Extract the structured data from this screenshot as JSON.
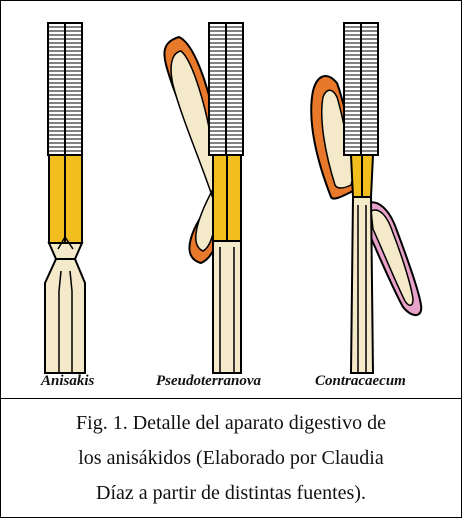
{
  "figure": {
    "labels": [
      "Anisakis",
      "Pseudoterranova",
      "Contracaecum"
    ],
    "caption_lines": [
      "Fig. 1. Detalle del aparato digestivo de",
      "los anisákidos (Elaborado por Claudia",
      "Díaz a partir de distintas fuentes)."
    ]
  },
  "colors": {
    "esophagus_fill": "#ffffff",
    "ventriculus": "#f2be1e",
    "intestine": "#f4e9c8",
    "caecum_outer": "#e8782a",
    "appendix_outer": "#e6a2c8",
    "outline": "#000000"
  }
}
